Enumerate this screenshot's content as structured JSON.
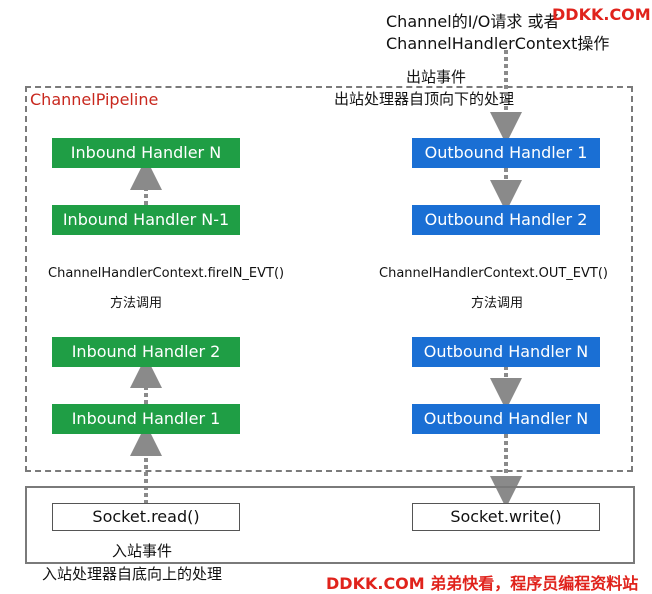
{
  "top_caption": {
    "line1": "Channel的I/O请求 或者",
    "line2": "ChannelHandlerContext操作"
  },
  "watermark_top": "DDKK.COM",
  "outbound_event": {
    "line1": "出站事件",
    "line2": "出站处理器自顶向下的处理"
  },
  "pipeline_label": "ChannelPipeline",
  "inbound": {
    "handler_n": "Inbound Handler N",
    "handler_n_1": "Inbound Handler N-1",
    "handler_2": "Inbound Handler 2",
    "handler_1": "Inbound Handler 1",
    "context_call": "ChannelHandlerContext.fireIN_EVT()",
    "method_call": "方法调用"
  },
  "outbound": {
    "handler_1": "Outbound Handler  1",
    "handler_2": "Outbound Handler  2",
    "handler_n_a": "Outbound Handler  N",
    "handler_n_b": "Outbound Handler  N",
    "context_call": "ChannelHandlerContext.OUT_EVT()",
    "method_call": "方法调用"
  },
  "socket": {
    "read": "Socket.read()",
    "write": "Socket.write()"
  },
  "inbound_event": {
    "line1": "入站事件",
    "line2": "入站处理器自底向上的处理"
  },
  "watermark_bottom": "DDKK.COM 弟弟快看，程序员编程资料站",
  "colors": {
    "inbound": "#1f9e45",
    "outbound": "#1a6fd4",
    "pipeline_title": "#c8281e",
    "watermark": "#e0231c",
    "arrow": "#8a8a8a"
  }
}
